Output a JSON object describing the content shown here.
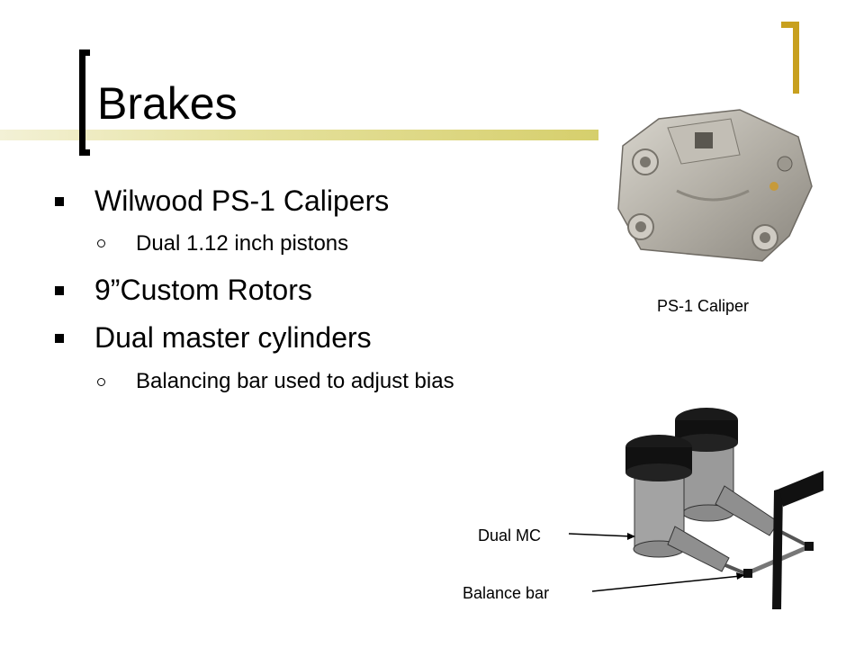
{
  "slide": {
    "title": "Brakes",
    "bullets": [
      {
        "text": "Wilwood PS-1 Calipers",
        "sub": [
          "Dual 1.12 inch pistons"
        ]
      },
      {
        "text": "9”Custom Rotors",
        "sub": []
      },
      {
        "text": "Dual master cylinders",
        "sub": [
          "Balancing bar used to adjust bias"
        ]
      }
    ],
    "caliper_caption": "PS-1 Caliper",
    "diagram_labels": {
      "dual_mc": "Dual MC",
      "balance_bar": "Balance bar"
    }
  },
  "colors": {
    "accent_gold": "#c8a01e",
    "rule_gradient_end": "#d6cf6c",
    "text": "#000000"
  }
}
